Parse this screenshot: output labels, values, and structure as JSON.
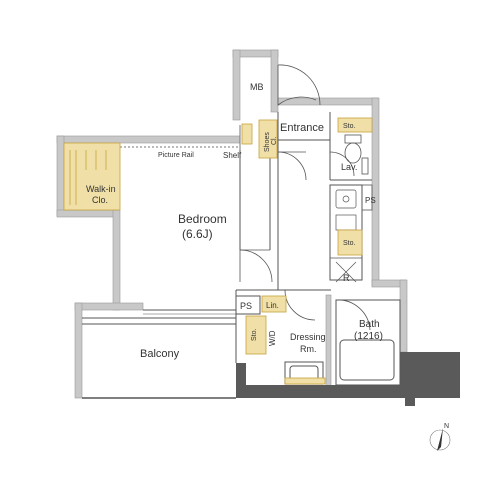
{
  "labels": {
    "mb": "MB",
    "entrance": "Entrance",
    "sto": "Sto.",
    "shoes": "Shoes",
    "cl": "Cl.",
    "lav": "Lav.",
    "ps": "PS",
    "r": "R",
    "picture_rail": "Picture Rail",
    "shelf": "Shelf",
    "walkin_1": "Walk-in",
    "walkin_2": "Clo.",
    "bedroom": "Bedroom",
    "bedroom_size": "(6.6J)",
    "lin": "Lin.",
    "wd": "W/D",
    "dressing": "Dressing",
    "dressing_rm": "Rm.",
    "bath": "Bath",
    "bath_size": "(1216)",
    "balcony": "Balcony",
    "north": "N"
  },
  "colors": {
    "wall": "#c8c8c8",
    "wall_dark": "#5a5a5a",
    "storage_fill": "#f0e0a8",
    "storage_stroke": "#c7a23a",
    "line": "#555555"
  }
}
